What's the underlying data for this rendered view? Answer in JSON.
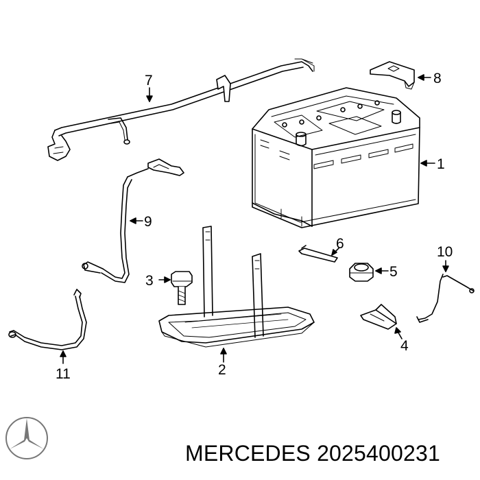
{
  "callouts": [
    "1",
    "2",
    "3",
    "4",
    "5",
    "6",
    "7",
    "8",
    "9",
    "10",
    "11"
  ],
  "footer": {
    "brand": "MERCEDES",
    "part_number": "2025400231"
  },
  "logo_icon": "mercedes-star-icon"
}
